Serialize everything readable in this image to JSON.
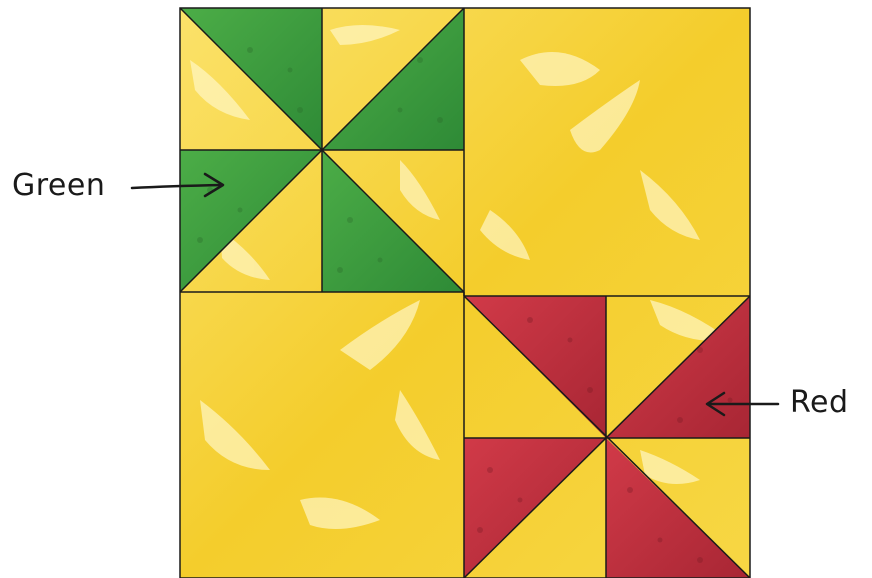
{
  "labels": {
    "green": "Green",
    "red": "Red"
  },
  "colors": {
    "yellow": "#f4cd2c",
    "yellow_light": "#fbe26a",
    "yellow_highlight": "#fff6c4",
    "green": "#3f9e3f",
    "green_dark": "#2e7d32",
    "red": "#c8303f",
    "red_dark": "#9e2230",
    "outline": "#1a1a1a",
    "ink": "#1a1a1a"
  },
  "blocks": [
    {
      "id": "top-left",
      "pattern": "pinwheel",
      "accent": "green"
    },
    {
      "id": "top-right",
      "pattern": "plain",
      "accent": "yellow"
    },
    {
      "id": "bottom-left",
      "pattern": "plain",
      "accent": "yellow"
    },
    {
      "id": "bottom-right",
      "pattern": "pinwheel",
      "accent": "red"
    }
  ],
  "icons": {
    "green_arrow": "arrow-right-icon",
    "red_arrow": "arrow-left-icon"
  }
}
